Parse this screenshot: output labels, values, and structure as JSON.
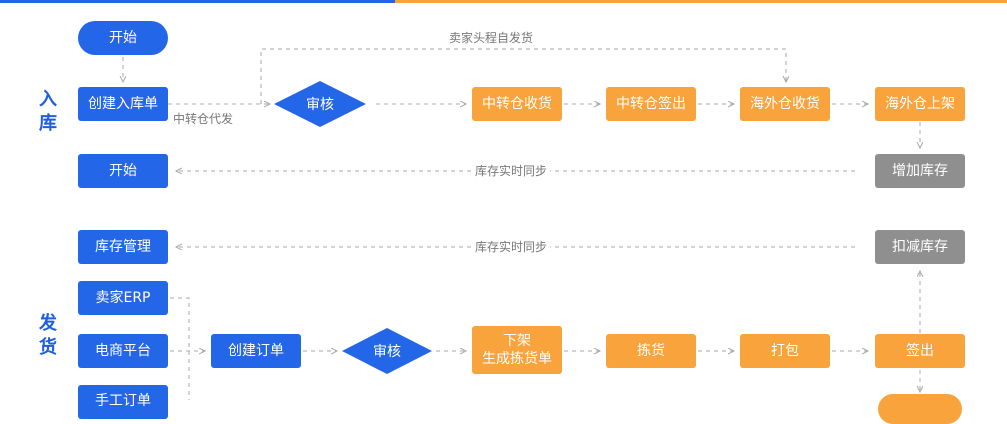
{
  "colors": {
    "blue": "#2466e8",
    "orange": "#f8a33c",
    "gray": "#8f8f8f",
    "line": "#a8a8a8"
  },
  "sections": {
    "inbound": "入\n库",
    "outbound": "发\n货"
  },
  "inbound": {
    "start": "开始",
    "create": "创建入库单",
    "review": "审核",
    "transit_receive": "中转仓收货",
    "transit_ship": "中转仓签出",
    "overseas_receive": "海外仓收货",
    "overseas_shelve": "海外仓上架",
    "increase_stock": "增加库存",
    "start_return": "开始",
    "label_seller_ship": "卖家头程自发货",
    "label_transit_ship": "中转仓代发",
    "label_sync": "库存实时同步"
  },
  "outbound": {
    "stock_mgmt": "库存管理",
    "deduct_stock": "扣减库存",
    "label_sync": "库存实时同步",
    "seller_erp": "卖家ERP",
    "ecommerce": "电商平台",
    "manual_order": "手工订单",
    "create_order": "创建订单",
    "review": "审核",
    "unshelve": "下架\n生成拣货单",
    "pick": "拣货",
    "pack": "打包",
    "sign_out": "签出"
  }
}
